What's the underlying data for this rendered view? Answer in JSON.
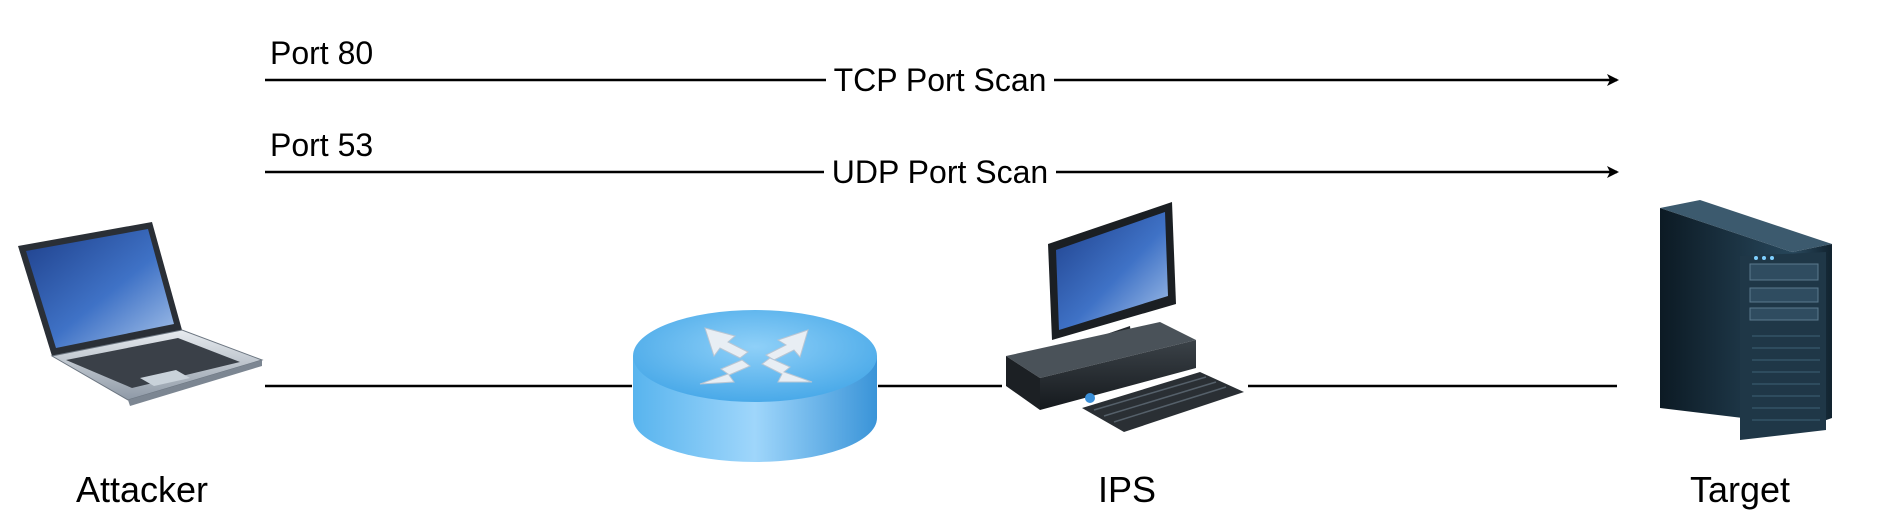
{
  "flows": [
    {
      "label": "TCP Port Scan",
      "port": "Port 80"
    },
    {
      "label": "UDP Port Scan",
      "port": "Port 53"
    }
  ],
  "nodes": {
    "attacker": {
      "label": "Attacker",
      "icon": "laptop-icon"
    },
    "router": {
      "label": "",
      "icon": "router-icon"
    },
    "ips": {
      "label": "IPS",
      "icon": "desktop-computer-icon"
    },
    "target": {
      "label": "Target",
      "icon": "server-tower-icon"
    }
  },
  "colors": {
    "line": "#000000",
    "router_top": "#5bb8f0",
    "router_side": "#2e8fd6",
    "screen": "#3a6cb8"
  }
}
